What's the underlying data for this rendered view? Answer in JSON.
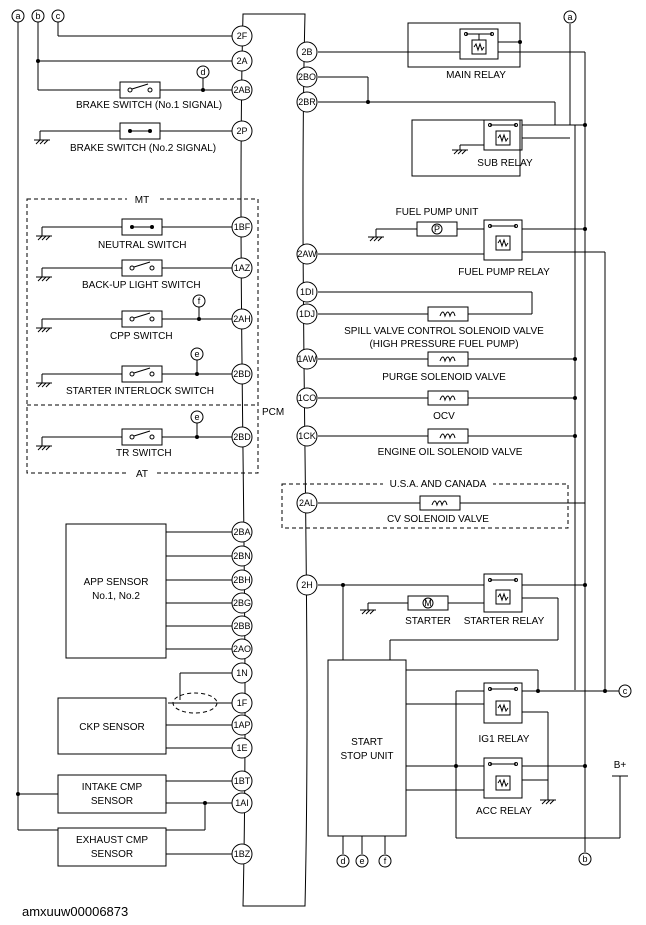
{
  "pcm": {
    "label": "PCM"
  },
  "sections": {
    "mt": "MT",
    "at": "AT",
    "usa": "U.S.A. AND CANADA"
  },
  "connectors": {
    "a": "a",
    "b": "b",
    "c": "c",
    "d": "d",
    "e": "e",
    "f": "f"
  },
  "left_pins": [
    "2F",
    "2A",
    "2AB",
    "2P",
    "1BF",
    "1AZ",
    "2AH",
    "2BD",
    "2BD",
    "2BA",
    "2BN",
    "2BH",
    "2BG",
    "2BB",
    "2AO",
    "1N",
    "1F",
    "1AP",
    "1E",
    "1BT",
    "1AI",
    "1BZ"
  ],
  "right_pins": [
    "2B",
    "2BO",
    "2BR",
    "2AW",
    "1DI",
    "1DJ",
    "1AW",
    "1CO",
    "1CK",
    "2AL",
    "2H"
  ],
  "labels": {
    "brake1": "BRAKE SWITCH (No.1 SIGNAL)",
    "brake2": "BRAKE SWITCH (No.2 SIGNAL)",
    "neutral": "NEUTRAL SWITCH",
    "backup": "BACK-UP LIGHT SWITCH",
    "cpp": "CPP SWITCH",
    "starter_interlock": "STARTER INTERLOCK SWITCH",
    "tr": "TR SWITCH",
    "app1": "APP SENSOR",
    "app2": "No.1, No.2",
    "ckp": "CKP SENSOR",
    "intake1": "INTAKE CMP",
    "intake2": "SENSOR",
    "exhaust1": "EXHAUST CMP",
    "exhaust2": "SENSOR",
    "main_relay": "MAIN RELAY",
    "sub_relay": "SUB RELAY",
    "fuel_pump_unit": "FUEL PUMP UNIT",
    "fuel_pump_relay": "FUEL PUMP RELAY",
    "spill1": "SPILL VALVE CONTROL SOLENOID VALVE",
    "spill2": "(HIGH PRESSURE FUEL PUMP)",
    "purge": "PURGE SOLENOID VALVE",
    "ocv": "OCV",
    "engine_oil": "ENGINE OIL SOLENOID VALVE",
    "cv": "CV SOLENOID VALVE",
    "starter": "STARTER",
    "starter_relay": "STARTER RELAY",
    "ssu1": "START",
    "ssu2": "STOP UNIT",
    "ig1": "IG1 RELAY",
    "acc": "ACC RELAY",
    "bplus": "B+",
    "pump_symbol": "P",
    "motor_symbol": "M"
  },
  "image_code": "amxuuw00006873"
}
